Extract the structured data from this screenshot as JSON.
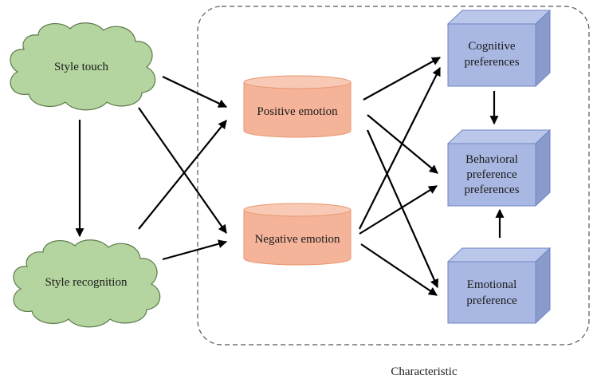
{
  "colors": {
    "cloud_fill": "#b5d5a0",
    "cloud_stroke": "#5c7a4a",
    "cylinder_fill": "#f5b49a",
    "cylinder_top": "#f8cab6",
    "cylinder_stroke": "#e9966f",
    "box_front": "#a9b8e2",
    "box_top": "#bac7ea",
    "box_side": "#8a9acb",
    "box_stroke": "#6f86c6",
    "arrow": "#000000",
    "group_border": "#555555"
  },
  "inputs": [
    {
      "id": "style-touch",
      "label": "Style touch"
    },
    {
      "id": "style-recognition",
      "label": "Style recognition"
    }
  ],
  "emotions": [
    {
      "id": "positive-emotion",
      "label": "Positive emotion"
    },
    {
      "id": "negative-emotion",
      "label": "Negative emotion"
    }
  ],
  "preferences": [
    {
      "id": "cognitive-preferences",
      "lines": [
        "Cognitive",
        "preferences"
      ]
    },
    {
      "id": "behavioral-preferences",
      "lines": [
        "Behavioral",
        "preference",
        "preferences"
      ]
    },
    {
      "id": "emotional-preference",
      "lines": [
        "Emotional",
        "preference"
      ]
    }
  ],
  "group_caption": "Characteristic",
  "edges": [
    {
      "from": "style-touch",
      "to": "style-recognition"
    },
    {
      "from": "style-touch",
      "to": "positive-emotion"
    },
    {
      "from": "style-touch",
      "to": "negative-emotion"
    },
    {
      "from": "style-recognition",
      "to": "positive-emotion"
    },
    {
      "from": "style-recognition",
      "to": "negative-emotion"
    },
    {
      "from": "positive-emotion",
      "to": "cognitive-preferences"
    },
    {
      "from": "positive-emotion",
      "to": "behavioral-preferences"
    },
    {
      "from": "positive-emotion",
      "to": "emotional-preference"
    },
    {
      "from": "negative-emotion",
      "to": "cognitive-preferences"
    },
    {
      "from": "negative-emotion",
      "to": "behavioral-preferences"
    },
    {
      "from": "negative-emotion",
      "to": "emotional-preference"
    },
    {
      "from": "cognitive-preferences",
      "to": "behavioral-preferences"
    },
    {
      "from": "emotional-preference",
      "to": "behavioral-preferences"
    }
  ]
}
